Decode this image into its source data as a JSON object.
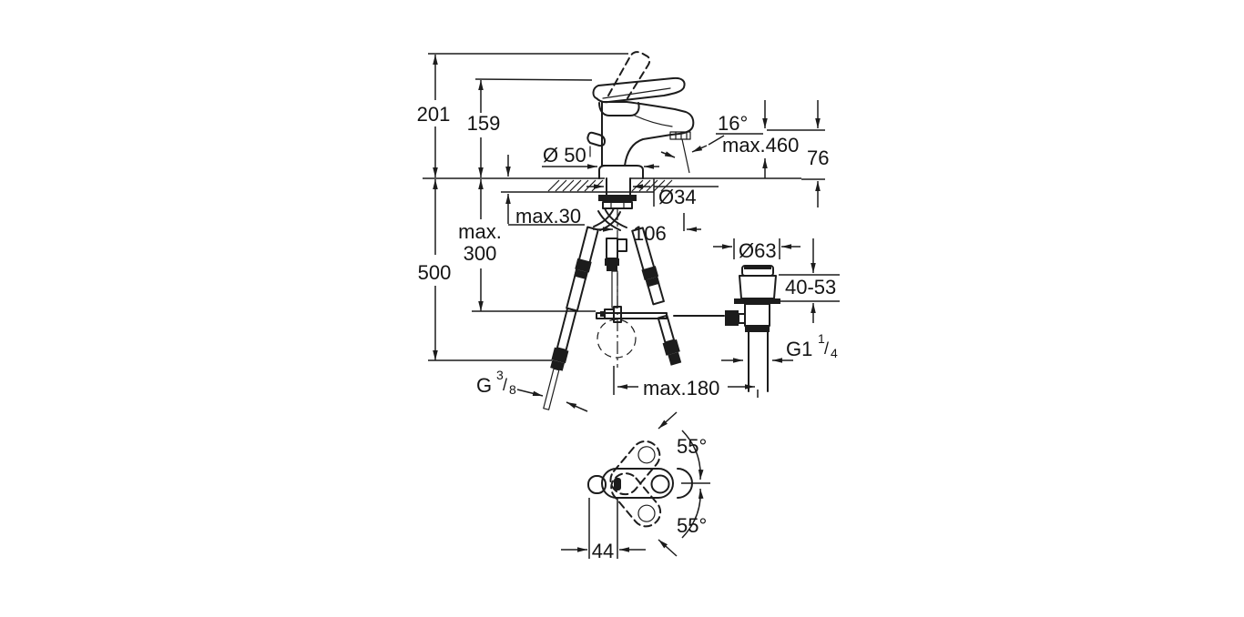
{
  "drawing": {
    "type": "technical-dimension-drawing",
    "subject": "single-lever basin mixer faucet with pop-up waste, side elevation and plan view"
  },
  "colors": {
    "line": "#1c1c1c",
    "text": "#141414",
    "background": "#ffffff"
  },
  "dimensions": {
    "overall_height": "201",
    "lever_height": "159",
    "install_depth": "500",
    "max_depth_line1": "max.",
    "max_depth_line2": "300",
    "base_diameter": "Ø 50",
    "shank_diameter": "Ø34",
    "max_deck_thickness": "max.30",
    "spout_angle": "16°",
    "max_height": "max.460",
    "spout_height": "76",
    "rod_offset": "106",
    "waste_diameter": "Ø63",
    "clamp_range": "40-53",
    "max_rod_length": "max.180",
    "swing_up": "55°",
    "swing_down": "55°",
    "handle_offset": "44"
  },
  "threads": {
    "supply": {
      "base": "G",
      "numerator": "3",
      "slash": "/",
      "denominator": "8"
    },
    "waste": {
      "base": "G1",
      "numerator": "1",
      "slash": "/",
      "denominator": "4"
    }
  }
}
